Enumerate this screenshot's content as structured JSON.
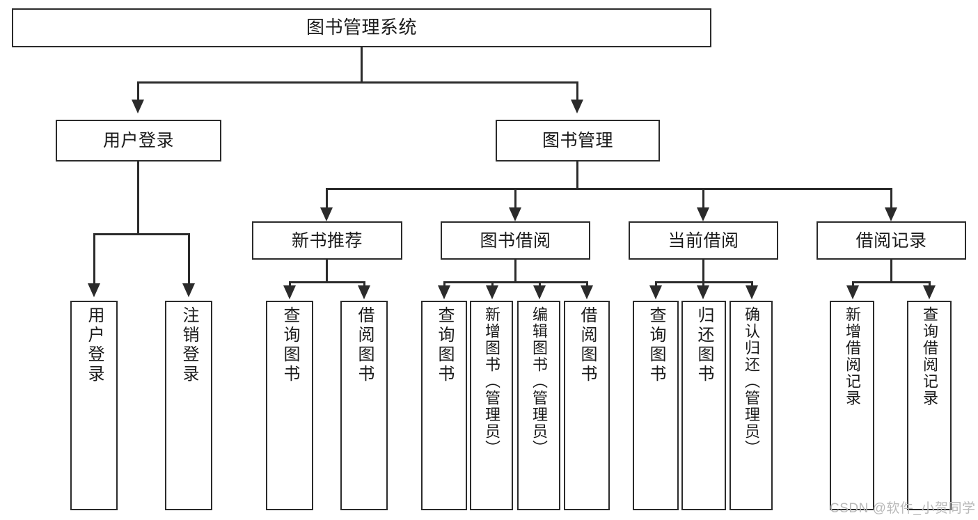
{
  "diagram": {
    "title": "图书管理系统",
    "type": "tree-hierarchy-diagram",
    "colors": {
      "box_border": "#2b2b2b",
      "box_fill": "#ffffff",
      "text": "#1a1a1a",
      "connector": "#2b2b2b",
      "watermark": "#b9b9b9",
      "background": "#ffffff"
    },
    "root": {
      "label": "图书管理系统"
    },
    "level2": [
      {
        "label": "用户登录"
      },
      {
        "label": "图书管理"
      }
    ],
    "level3": [
      {
        "label": "新书推荐"
      },
      {
        "label": "图书借阅"
      },
      {
        "label": "当前借阅"
      },
      {
        "label": "借阅记录"
      }
    ],
    "leaves": {
      "user_login": [
        {
          "label": "用户登录"
        },
        {
          "label": "注销登录"
        }
      ],
      "new_book_recommend": [
        {
          "label": "查询图书"
        },
        {
          "label": "借阅图书"
        }
      ],
      "book_borrow": [
        {
          "label": "查询图书"
        },
        {
          "label": "新增图书（管理员）"
        },
        {
          "label": "编辑图书（管理员）"
        },
        {
          "label": "借阅图书"
        }
      ],
      "current_borrow": [
        {
          "label": "查询图书"
        },
        {
          "label": "归还图书"
        },
        {
          "label": "确认归还（管理员）"
        }
      ],
      "borrow_record": [
        {
          "label": "新增借阅记录"
        },
        {
          "label": "查询借阅记录"
        }
      ]
    }
  },
  "watermark": {
    "text": "CSDN @软件_小贺同学"
  }
}
